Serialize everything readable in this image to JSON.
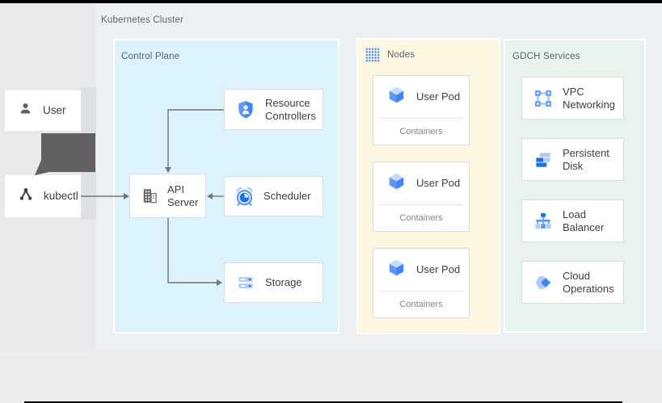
{
  "cluster": {
    "label": "Kubernetes Cluster"
  },
  "external": {
    "user": {
      "label": "User",
      "icon": "person-icon"
    },
    "kubectl": {
      "label": "kubectl",
      "icon": "kubectl-nodes-icon"
    }
  },
  "control_plane": {
    "label": "Control Plane",
    "resource_controllers": {
      "label": "Resource\nControllers",
      "icon": "shield-person-icon"
    },
    "api_server": {
      "label": "API\nServer",
      "icon": "building-icon"
    },
    "scheduler": {
      "label": "Scheduler",
      "icon": "alarm-clock-icon"
    },
    "storage": {
      "label": "Storage",
      "icon": "storage-disks-icon"
    }
  },
  "nodes_panel": {
    "label": "Nodes",
    "icon": "dot-grid-icon",
    "pods": [
      {
        "label": "User Pod",
        "sublabel": "Containers",
        "icon": "cube-icon"
      },
      {
        "label": "User Pod",
        "sublabel": "Containers",
        "icon": "cube-icon"
      },
      {
        "label": "User Pod",
        "sublabel": "Containers",
        "icon": "cube-icon"
      }
    ]
  },
  "gdch": {
    "label": "GDCH Services",
    "services": [
      {
        "label": "VPC\nNetworking",
        "icon": "vpc-networking-icon"
      },
      {
        "label": "Persistent\nDisk",
        "icon": "persistent-disk-icon"
      },
      {
        "label": "Load\nBalancer",
        "icon": "load-balancer-icon"
      },
      {
        "label": "Cloud\nOperations",
        "icon": "cloud-operations-icon"
      }
    ]
  },
  "palette": {
    "accent_blue": "#4285f4",
    "light_blue": "#aecbfa",
    "panel_blue": "#dcf2fc",
    "panel_yellow": "#fdf7e1",
    "panel_green": "#e8f3ed",
    "connector_gray": "#757575",
    "dark_arrow_gray": "#616161",
    "label_gray": "#5f6368",
    "text_dark": "#3c4043"
  }
}
